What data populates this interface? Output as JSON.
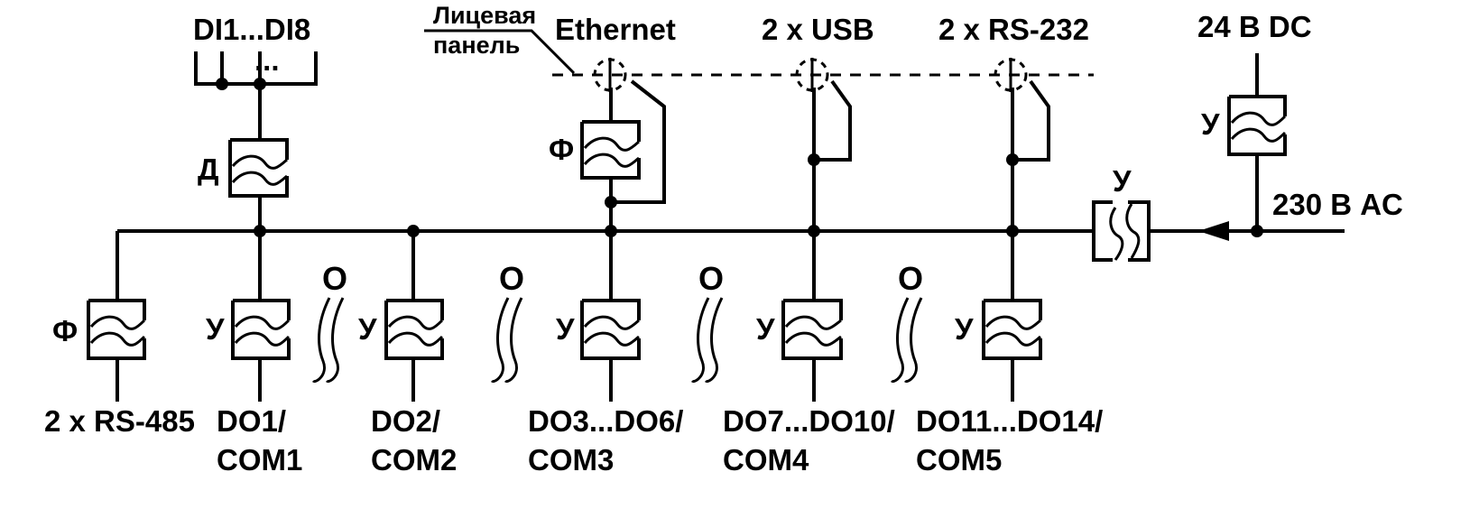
{
  "labels": {
    "di": "DI1...DI8",
    "di_dots": "...",
    "front_panel_line1": "Лицевая",
    "front_panel_line2": "панель",
    "ethernet": "Ethernet",
    "usb": "2 x USB",
    "rs232": "2 x RS-232",
    "dc24": "24 В DC",
    "ac230": "230 В AC",
    "rs485": "2 x RS-485",
    "do1_line1": "DO1/",
    "do1_line2": "COM1",
    "do2_line1": "DO2/",
    "do2_line2": "COM2",
    "do3_line1": "DO3...DO6/",
    "do3_line2": "COM3",
    "do7_line1": "DO7...DO10/",
    "do7_line2": "COM4",
    "do11_line1": "DO11...DO14/",
    "do11_line2": "COM5"
  },
  "isolation_letters": {
    "D": "Д",
    "F": "Ф",
    "U": "У",
    "O": "О"
  }
}
